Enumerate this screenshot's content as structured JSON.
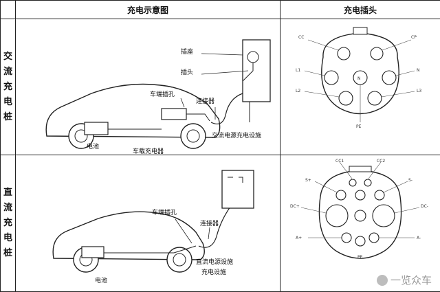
{
  "headers": {
    "diagram": "充电示意图",
    "plug": "充电插头"
  },
  "ac": {
    "row_label": [
      "交",
      "流",
      "充",
      "电",
      "桩"
    ],
    "labels": {
      "socket": "插座",
      "plug": "插头",
      "car_port": "车端插孔",
      "connector": "连接器",
      "battery": "电池",
      "onboard_charger": "车载充电器",
      "ac_supply": "交流电源充电设施"
    },
    "pins": [
      "CC",
      "CP",
      "L1",
      "N",
      "L2",
      "L3",
      "PE",
      "N"
    ]
  },
  "dc": {
    "row_label": [
      "直",
      "流",
      "充",
      "电",
      "桩"
    ],
    "labels": {
      "car_port": "车端插孔",
      "connector": "连接器",
      "battery": "电池",
      "dc_supply_1": "直流电源设施",
      "dc_supply_2": "充电设施"
    },
    "pins": [
      "CC1",
      "CC2",
      "S+",
      "S-",
      "DC+",
      "DC-",
      "A+",
      "A-",
      "PE"
    ]
  },
  "watermark": "一览众车"
}
